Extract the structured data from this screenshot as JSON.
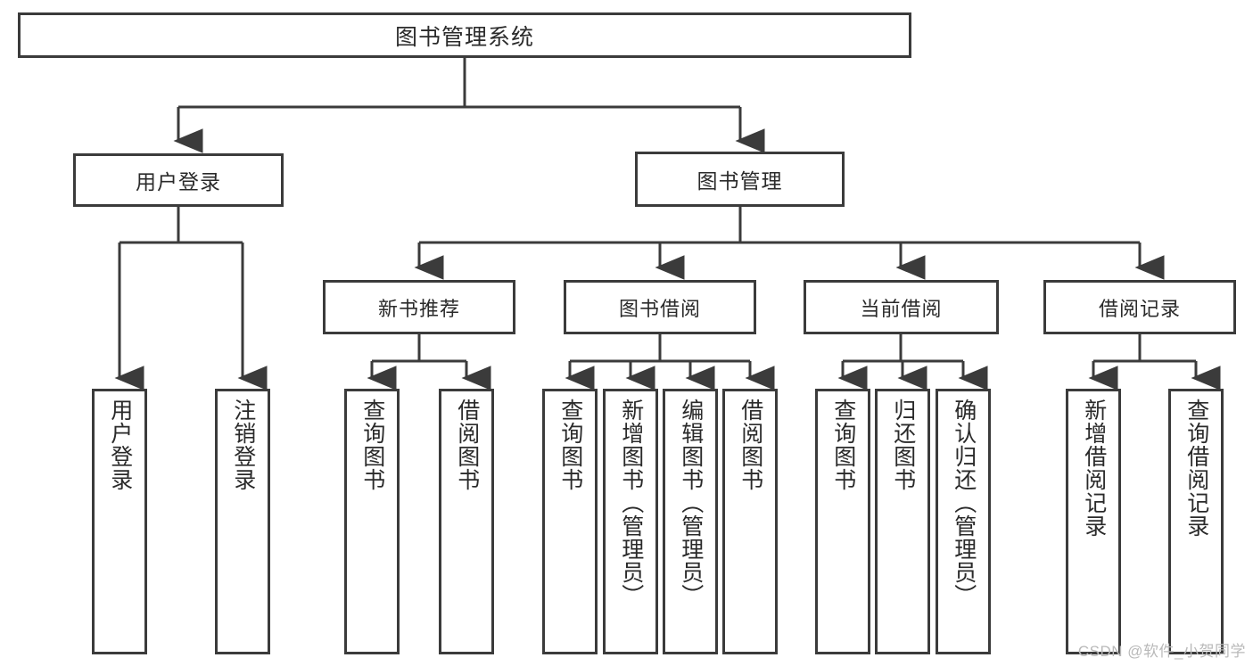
{
  "diagram": {
    "title": "图书管理系统",
    "type": "tree-hierarchy-diagram",
    "watermark": "CSDN @软件_小贺同学",
    "colors": {
      "box_border": "#3b3b3b",
      "box_fill": "#ffffff",
      "edge": "#3b3b3b",
      "text": "#2a2a2a",
      "background": "#ffffff",
      "watermark": "#b9b9b9"
    }
  },
  "nodes": {
    "root": {
      "label": "图书管理系统"
    },
    "level1": [
      {
        "label": "用户登录"
      },
      {
        "label": "图书管理"
      }
    ],
    "level2": [
      {
        "label": "新书推荐"
      },
      {
        "label": "图书借阅"
      },
      {
        "label": "当前借阅"
      },
      {
        "label": "借阅记录"
      }
    ],
    "leaves": {
      "user_login": [
        {
          "label": "用户登录"
        },
        {
          "label": "注销登录"
        }
      ],
      "new_book_recommend": [
        {
          "label": "查询图书"
        },
        {
          "label": "借阅图书"
        }
      ],
      "book_borrow": [
        {
          "label": "查询图书"
        },
        {
          "label": "新增图书（管理员）"
        },
        {
          "label": "编辑图书（管理员）"
        },
        {
          "label": "借阅图书"
        }
      ],
      "current_borrow": [
        {
          "label": "查询图书"
        },
        {
          "label": "归还图书"
        },
        {
          "label": "确认归还（管理员）"
        }
      ],
      "borrow_record": [
        {
          "label": "新增借阅记录"
        },
        {
          "label": "查询借阅记录"
        }
      ]
    }
  }
}
